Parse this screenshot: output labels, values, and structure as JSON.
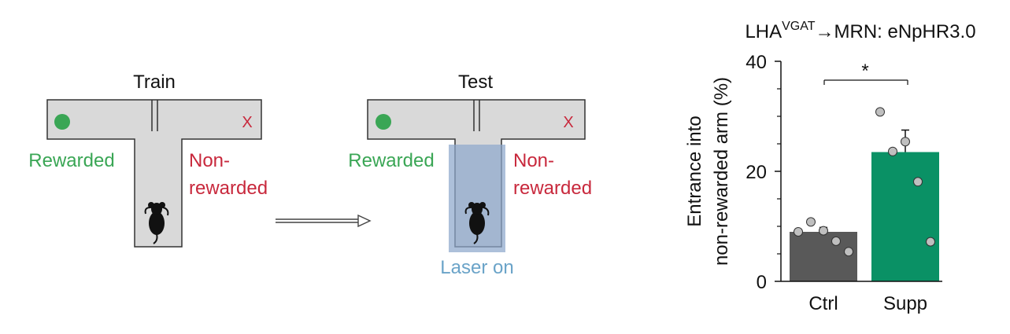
{
  "colors": {
    "rewarded": "#3aa655",
    "nonrewarded": "#c8283c",
    "maze_fill": "#d9d9d9",
    "laser_fill": "#8ea8cc",
    "laser_text": "#6aa3c8",
    "ctrl_bar": "#595959",
    "supp_bar": "#0a9165"
  },
  "panels": {
    "train": {
      "title": "Train",
      "rewarded_label": "Rewarded",
      "nonrewarded_line1": "Non-",
      "nonrewarded_line2": "rewarded",
      "x_mark": "X"
    },
    "test": {
      "title": "Test",
      "rewarded_label": "Rewarded",
      "nonrewarded_line1": "Non-",
      "nonrewarded_line2": "rewarded",
      "x_mark": "X",
      "laser_label": "Laser on"
    }
  },
  "chart_data": {
    "type": "bar",
    "title_main": "LHA",
    "title_sup": "VGAT",
    "title_rest": "→MRN: eNpHR3.0",
    "ylabel_line1": "Entrance into",
    "ylabel_line2": "non-rewarded arm (%)",
    "ylim": [
      0,
      40
    ],
    "yticks": [
      0,
      20,
      40
    ],
    "yticklabels": [
      "0",
      "20",
      "40"
    ],
    "categories": [
      "Ctrl",
      "Supp"
    ],
    "values": [
      9,
      23.5
    ],
    "errors": [
      0.8,
      4.0
    ],
    "points": [
      [
        9.0,
        10.8,
        9.2,
        7.3,
        5.4
      ],
      [
        30.8,
        23.6,
        25.4,
        18.1,
        7.2
      ]
    ],
    "significance": "*"
  }
}
